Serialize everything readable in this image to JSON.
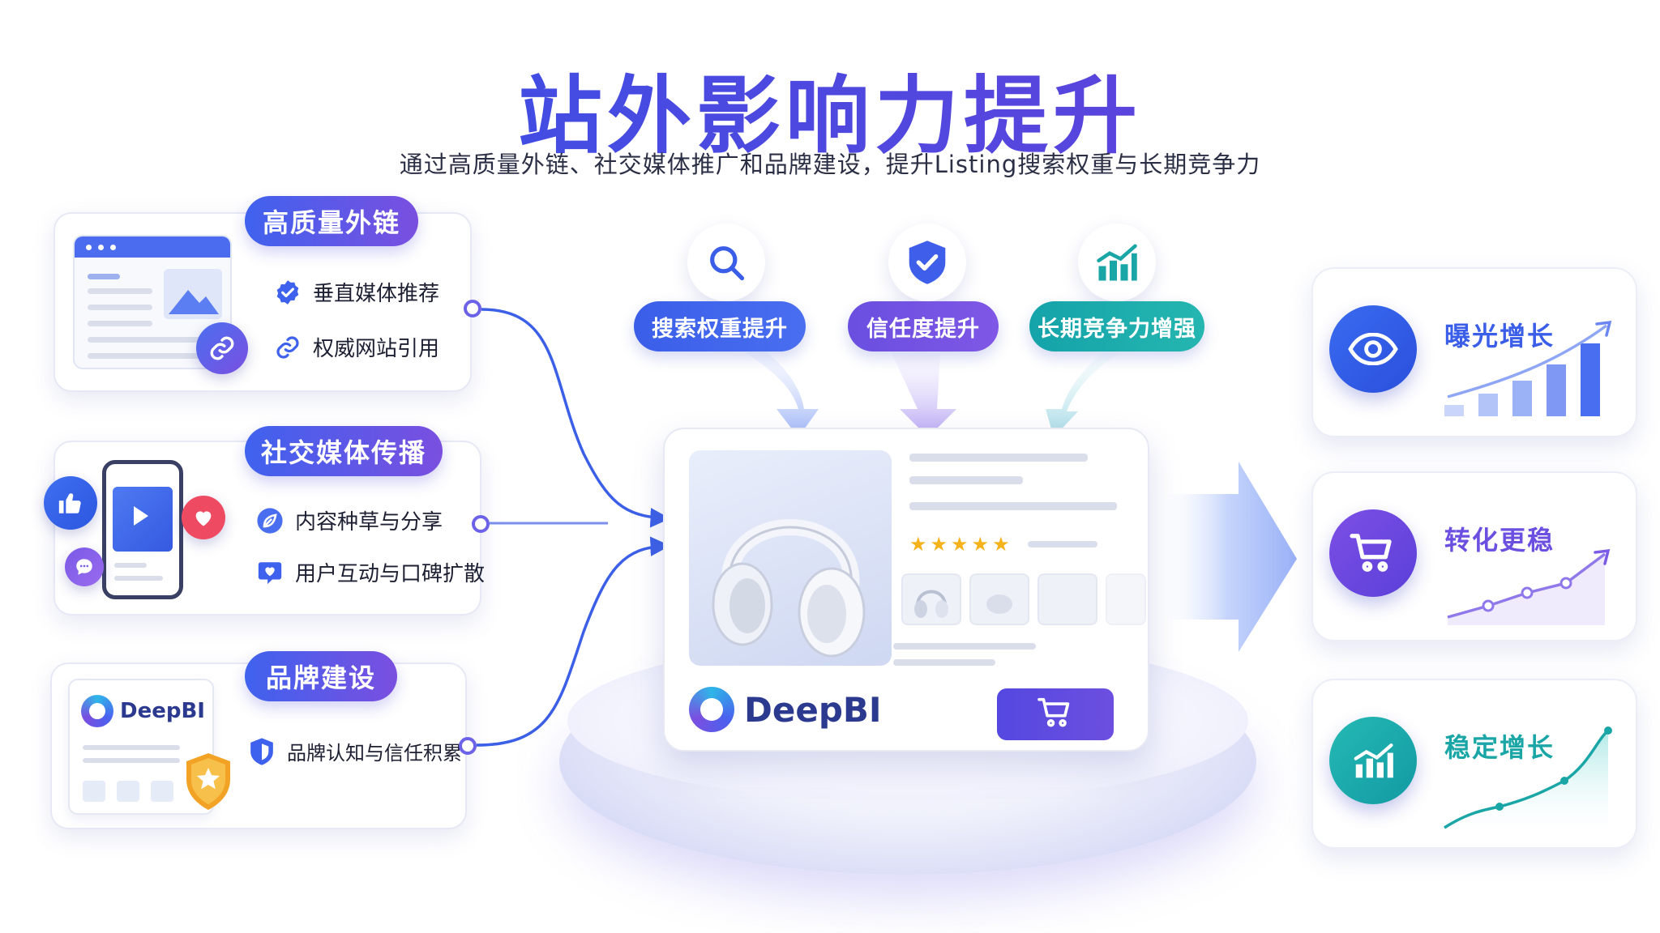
{
  "title": "站外影响力提升",
  "subtitle": "通过高质量外链、社交媒体推广和品牌建设，提升Listing搜索权重与长期竞争力",
  "left_cards": [
    {
      "label": "高质量外链",
      "bullets": [
        "垂直媒体推荐",
        "权威网站引用"
      ],
      "icons": [
        "check-badge-icon",
        "link-icon"
      ]
    },
    {
      "label": "社交媒体传播",
      "bullets": [
        "内容种草与分享",
        "用户互动与口碑扩散"
      ],
      "icons": [
        "leaf-icon",
        "heart-chat-icon"
      ]
    },
    {
      "label": "品牌建设",
      "bullets": [
        "品牌认知与信任积累"
      ],
      "icons": [
        "shield-icon"
      ],
      "logo": "DeepBI"
    }
  ],
  "top_effects": [
    {
      "label": "搜索权重提升",
      "icon": "search-icon",
      "color": "#3a5ee8"
    },
    {
      "label": "信任度提升",
      "icon": "shield-check-icon",
      "color": "#6a4fe0"
    },
    {
      "label": "长期竞争力增强",
      "icon": "bar-chart-icon",
      "color": "#1aa6a6"
    }
  ],
  "product": {
    "brand": "DeepBI",
    "rating_stars": 5
  },
  "outcomes": [
    {
      "label": "曝光增长",
      "icon": "eye-icon",
      "color": "#3a5ee8"
    },
    {
      "label": "转化更稳",
      "icon": "cart-icon",
      "color": "#6a4fe0"
    },
    {
      "label": "稳定增长",
      "icon": "growth-chart-icon",
      "color": "#1aa6a6"
    }
  ]
}
